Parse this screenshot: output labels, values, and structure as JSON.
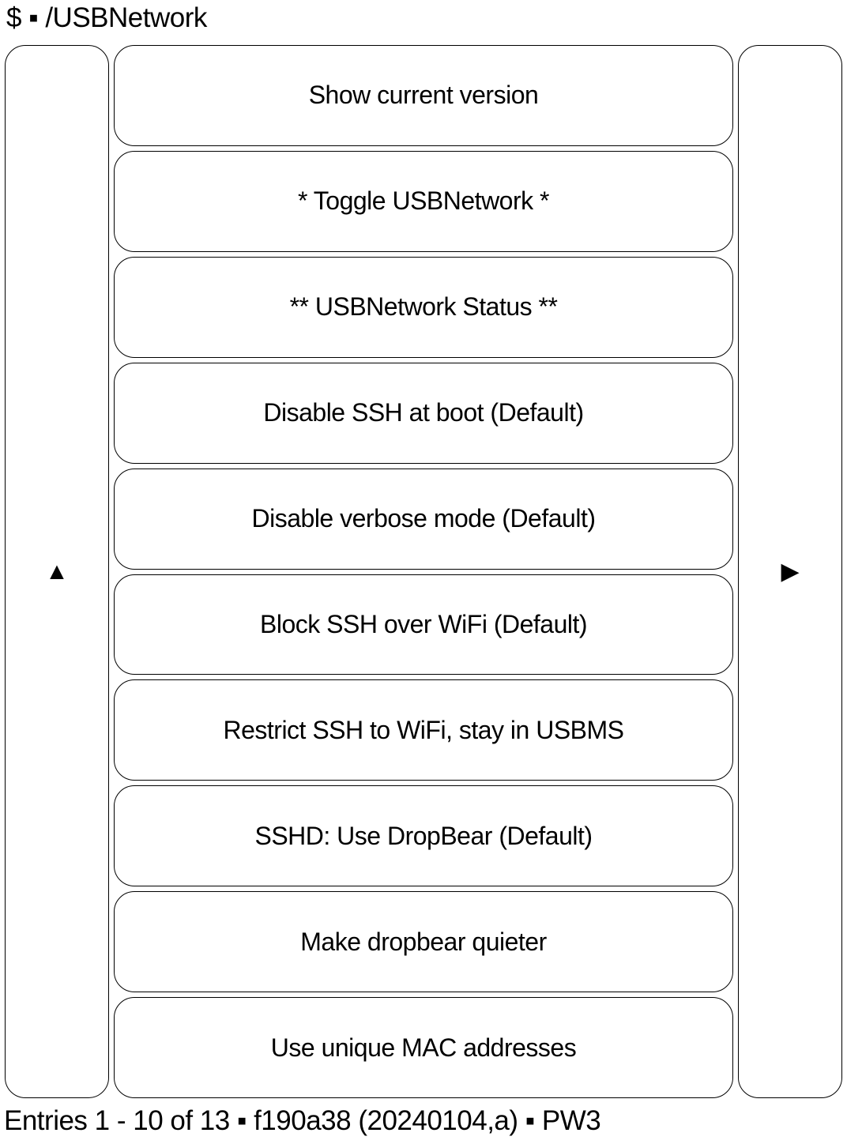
{
  "header": {
    "title": "$ ▪ /USBNetwork"
  },
  "pager": {
    "prev_icon": "▲",
    "next_icon": "▶"
  },
  "menu": {
    "items": [
      {
        "label": "Show current version"
      },
      {
        "label": "* Toggle USBNetwork *"
      },
      {
        "label": "** USBNetwork Status **"
      },
      {
        "label": "Disable SSH at boot (Default)"
      },
      {
        "label": "Disable verbose mode (Default)"
      },
      {
        "label": "Block SSH over WiFi (Default)"
      },
      {
        "label": "Restrict SSH to WiFi, stay in USBMS"
      },
      {
        "label": "SSHD: Use DropBear (Default)"
      },
      {
        "label": "Make dropbear quieter"
      },
      {
        "label": "Use unique MAC addresses"
      }
    ]
  },
  "footer": {
    "status": "Entries 1 - 10 of 13 ▪ f190a38 (20240104,a) ▪ PW3"
  },
  "colors": {
    "background": "#ffffff",
    "foreground": "#000000",
    "border": "#000000"
  }
}
